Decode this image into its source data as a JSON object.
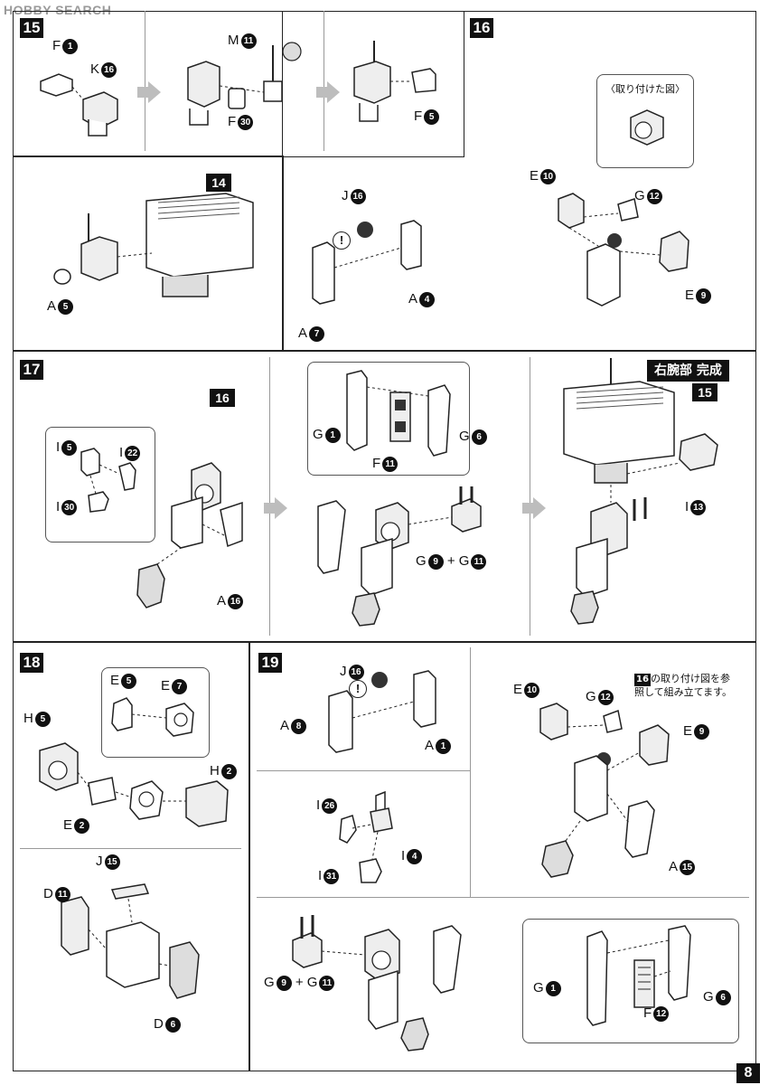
{
  "watermark": "HOBBY SEARCH",
  "page_number": "8",
  "steps": {
    "s15": {
      "number": "15",
      "sub_box": "14",
      "labels": {
        "f1": {
          "letter": "F",
          "num": "1"
        },
        "k16": {
          "letter": "K",
          "num": "16"
        },
        "m11": {
          "letter": "M",
          "num": "11"
        },
        "f30": {
          "letter": "F",
          "num": "30"
        },
        "f5": {
          "letter": "F",
          "num": "5"
        },
        "a5": {
          "letter": "A",
          "num": "5"
        }
      }
    },
    "s16": {
      "number": "16",
      "attach_title": "〈取り付けた図〉",
      "labels": {
        "j16": {
          "letter": "J",
          "num": "16"
        },
        "a4": {
          "letter": "A",
          "num": "4"
        },
        "a7": {
          "letter": "A",
          "num": "7"
        },
        "e10": {
          "letter": "E",
          "num": "10"
        },
        "g12": {
          "letter": "G",
          "num": "12"
        },
        "e9": {
          "letter": "E",
          "num": "9"
        }
      }
    },
    "s17": {
      "number": "17",
      "sub_box": "16",
      "ref_box": "15",
      "complete_label": "右腕部 完成",
      "labels": {
        "i5": {
          "letter": "I",
          "num": "5"
        },
        "i22": {
          "letter": "I",
          "num": "22"
        },
        "i30": {
          "letter": "I",
          "num": "30"
        },
        "a16": {
          "letter": "A",
          "num": "16"
        },
        "g1": {
          "letter": "G",
          "num": "1"
        },
        "g6": {
          "letter": "G",
          "num": "6"
        },
        "f11": {
          "letter": "F",
          "num": "11"
        },
        "g9g11": {
          "letter": "G",
          "num": "9",
          "plus": "+",
          "letter2": "G",
          "num2": "11"
        },
        "i13": {
          "letter": "I",
          "num": "13"
        }
      }
    },
    "s18": {
      "number": "18",
      "labels": {
        "e5": {
          "letter": "E",
          "num": "5"
        },
        "e7": {
          "letter": "E",
          "num": "7"
        },
        "h5": {
          "letter": "H",
          "num": "5"
        },
        "h2": {
          "letter": "H",
          "num": "2"
        },
        "e2": {
          "letter": "E",
          "num": "2"
        },
        "j15": {
          "letter": "J",
          "num": "15"
        },
        "d11": {
          "letter": "D",
          "num": "11"
        },
        "d6": {
          "letter": "D",
          "num": "6"
        }
      }
    },
    "s19": {
      "number": "19",
      "note_ref": "16",
      "note": "の取り付け図を参照して組み立てます。",
      "labels": {
        "j16": {
          "letter": "J",
          "num": "16"
        },
        "a8": {
          "letter": "A",
          "num": "8"
        },
        "a1": {
          "letter": "A",
          "num": "1"
        },
        "i26": {
          "letter": "I",
          "num": "26"
        },
        "i4": {
          "letter": "I",
          "num": "4"
        },
        "i31": {
          "letter": "I",
          "num": "31"
        },
        "e10": {
          "letter": "E",
          "num": "10"
        },
        "g12": {
          "letter": "G",
          "num": "12"
        },
        "e9": {
          "letter": "E",
          "num": "9"
        },
        "a15": {
          "letter": "A",
          "num": "15"
        },
        "g9g11": {
          "letter": "G",
          "num": "9",
          "plus": "+",
          "letter2": "G",
          "num2": "11"
        },
        "g1": {
          "letter": "G",
          "num": "1"
        },
        "f12": {
          "letter": "F",
          "num": "12"
        },
        "g6": {
          "letter": "G",
          "num": "6"
        }
      }
    }
  },
  "icons": {
    "caution": "!",
    "step_arrow": "gray-right-arrow"
  }
}
